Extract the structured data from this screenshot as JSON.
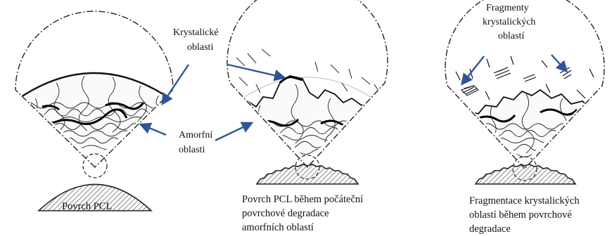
{
  "colors": {
    "arrow": "#2f5597",
    "ink": "#1a1a1a",
    "hatch": "#555555"
  },
  "icons": [
    "crystal-lamella-icon",
    "fragment-icon"
  ],
  "labels": {
    "crystalline_1": "Krystalické",
    "crystalline_2": "oblasti",
    "amorphous_1": "Amorfní",
    "amorphous_2": "oblasti",
    "fragments_1": "Fragmenty",
    "fragments_2": "krystalických",
    "fragments_3": "oblastí"
  },
  "captions": {
    "panel1": "Povrch PCL",
    "panel2_1": "Povrch PCL během počáteční",
    "panel2_2": "povrchové degradace",
    "panel2_3": "amorfních oblastí",
    "panel3_1": "Fragmentace krystalických",
    "panel3_2": "oblastí během povrchové",
    "panel3_3": "degradace"
  }
}
